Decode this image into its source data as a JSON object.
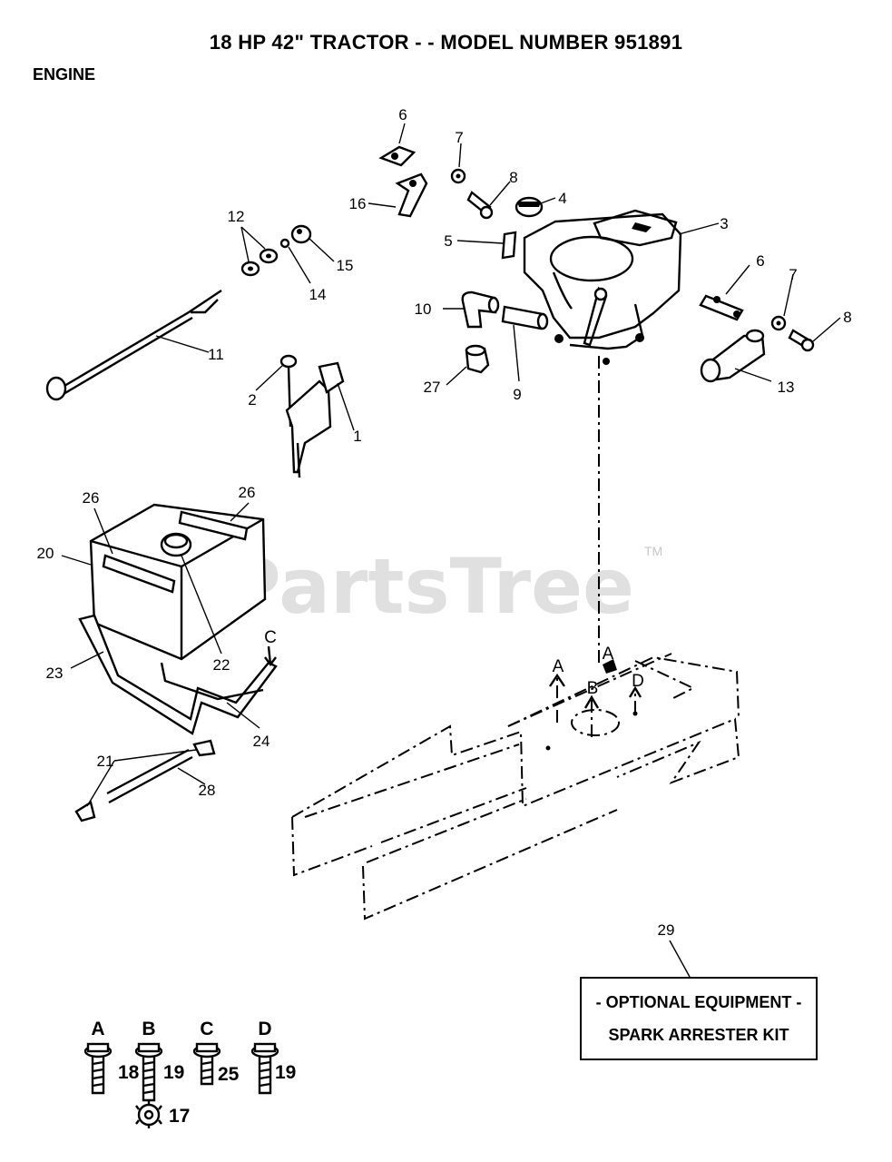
{
  "title": "18 HP 42\" TRACTOR - - MODEL NUMBER 951891",
  "section": "ENGINE",
  "watermark": "PartsTree",
  "watermark_tm": "TM",
  "part_callouts": {
    "p1": "1",
    "p2": "2",
    "p3": "3",
    "p4": "4",
    "p5": "5",
    "p6a": "6",
    "p6b": "6",
    "p7a": "7",
    "p7b": "7",
    "p8a": "8",
    "p8b": "8",
    "p9": "9",
    "p10": "10",
    "p11": "11",
    "p12": "12",
    "p13": "13",
    "p14": "14",
    "p15": "15",
    "p16": "16",
    "p20": "20",
    "p21": "21",
    "p22": "22",
    "p23": "23",
    "p24": "24",
    "p26a": "26",
    "p26b": "26",
    "p27": "27",
    "p28": "28",
    "p29": "29"
  },
  "frame_labels": {
    "a1": "A",
    "a2": "A",
    "b": "B",
    "c": "C",
    "d": "D"
  },
  "optional_box": {
    "line1": "- OPTIONAL EQUIPMENT -",
    "line2": "SPARK ARRESTER KIT"
  },
  "bolt_key": {
    "a_letter": "A",
    "a_num": "18",
    "b_letter": "B",
    "b_num": "19",
    "c_letter": "C",
    "c_num": "25",
    "d_letter": "D",
    "d_num": "19",
    "washer_num": "17"
  }
}
